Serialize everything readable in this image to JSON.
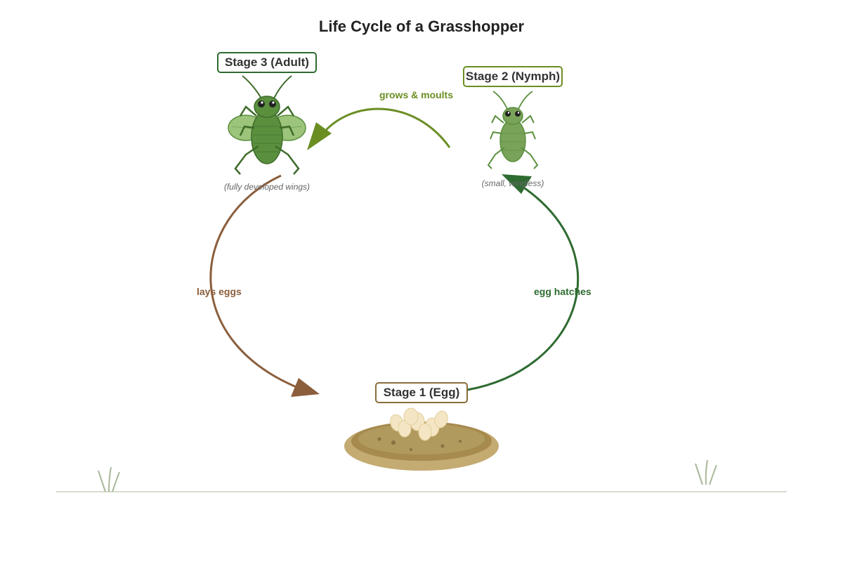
{
  "title": "Life Cycle of a Grasshopper",
  "stages": {
    "egg": {
      "label": "Stage 1 (Egg)",
      "border_color": "#8a6d3b"
    },
    "nymph": {
      "label": "Stage 2 (Nymph)",
      "caption": "(small, wingless)",
      "border_color": "#6b8e23"
    },
    "adult": {
      "label": "Stage 3 (Adult)",
      "caption": "(fully developed wings)",
      "border_color": "#2e6b30"
    }
  },
  "transitions": {
    "egg_to_nymph": {
      "label": "egg hatches",
      "color": "#2e6b30"
    },
    "nymph_to_adult": {
      "label": "grows & moults",
      "color": "#6b8e23"
    },
    "adult_to_egg": {
      "label": "lays eggs",
      "color": "#8b5e3c"
    }
  },
  "colors": {
    "insect_body": "#5a8f3e",
    "insect_dark": "#3e6b2a",
    "wing": "#9cc47a",
    "soil": "#b09a5e",
    "soil_dark": "#a68a4e",
    "egg": "#f4e6c4",
    "ground_line": "#d8dccc",
    "grass": "#a8b89a"
  }
}
